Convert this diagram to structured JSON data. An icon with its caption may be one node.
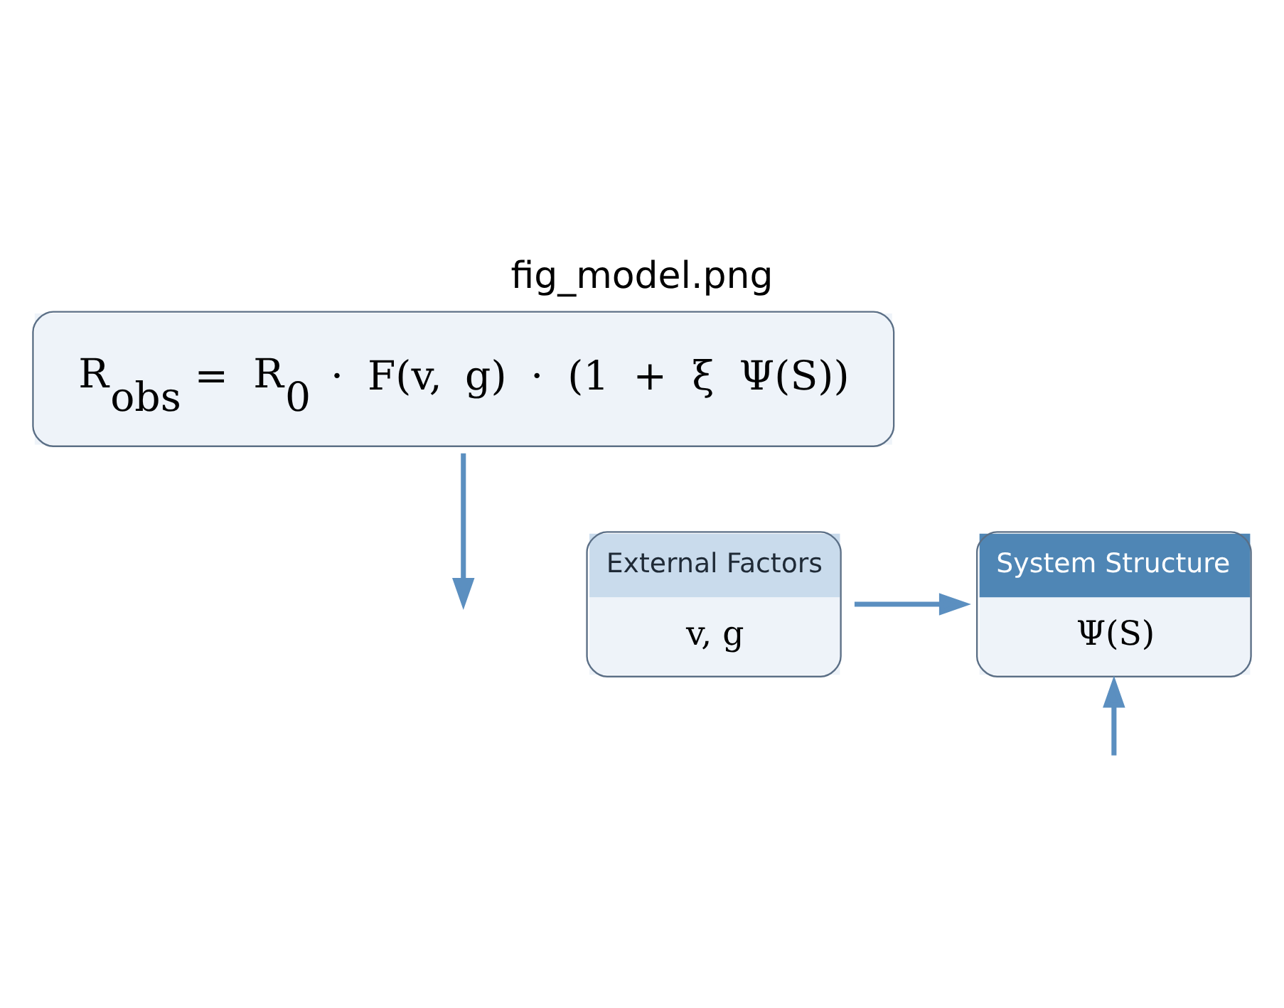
{
  "diagram": {
    "title": "fig_model.png",
    "nodes": [
      {
        "text": [
          "R$_{obs}$ = R$_{0}$ · F(v, g) · (1 + ξ Ψ(S))"
        ]
      },
      {
        "text": [
          "External Factors",
          "v, g"
        ]
      },
      {
        "text": [
          "System Structure",
          "Ψ(S)"
        ]
      }
    ],
    "edges": [
      {
        "from": 0,
        "to": null,
        "arrow": "to"
      },
      {
        "from": 1,
        "to": 2,
        "arrow": "to"
      },
      {
        "from": null,
        "to": 2,
        "arrow": "to"
      }
    ]
  }
}
